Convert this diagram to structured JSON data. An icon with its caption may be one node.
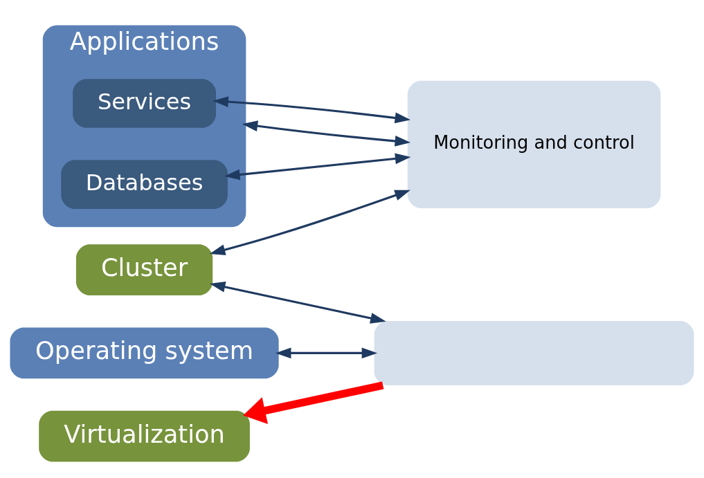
{
  "diagram": {
    "nodes": [
      {
        "text": [
          "Applications"
        ]
      },
      {
        "text": [
          "Services"
        ],
        "in": 0
      },
      {
        "text": [
          "Databases"
        ],
        "in": 0
      },
      {
        "text": [
          "Monitoring and control"
        ]
      },
      {
        "text": [
          "Cluster"
        ]
      },
      {
        "text": [
          "Operating system"
        ]
      },
      {
        "text": [],
        "shape": "box"
      },
      {
        "text": [
          "Virtualization"
        ]
      }
    ],
    "edges": [
      {
        "from": 0,
        "to": 3,
        "arrow": "both"
      },
      {
        "from": 1,
        "to": 3,
        "arrow": "both"
      },
      {
        "from": 2,
        "to": 3,
        "arrow": "both"
      },
      {
        "from": 4,
        "to": 3,
        "arrow": "both"
      },
      {
        "from": 4,
        "to": 6,
        "arrow": "both"
      },
      {
        "from": 5,
        "to": 6,
        "arrow": "both"
      },
      {
        "from": 6,
        "to": 7,
        "arrow": "to",
        "style": "thick",
        "color": "#ff0000"
      }
    ]
  }
}
